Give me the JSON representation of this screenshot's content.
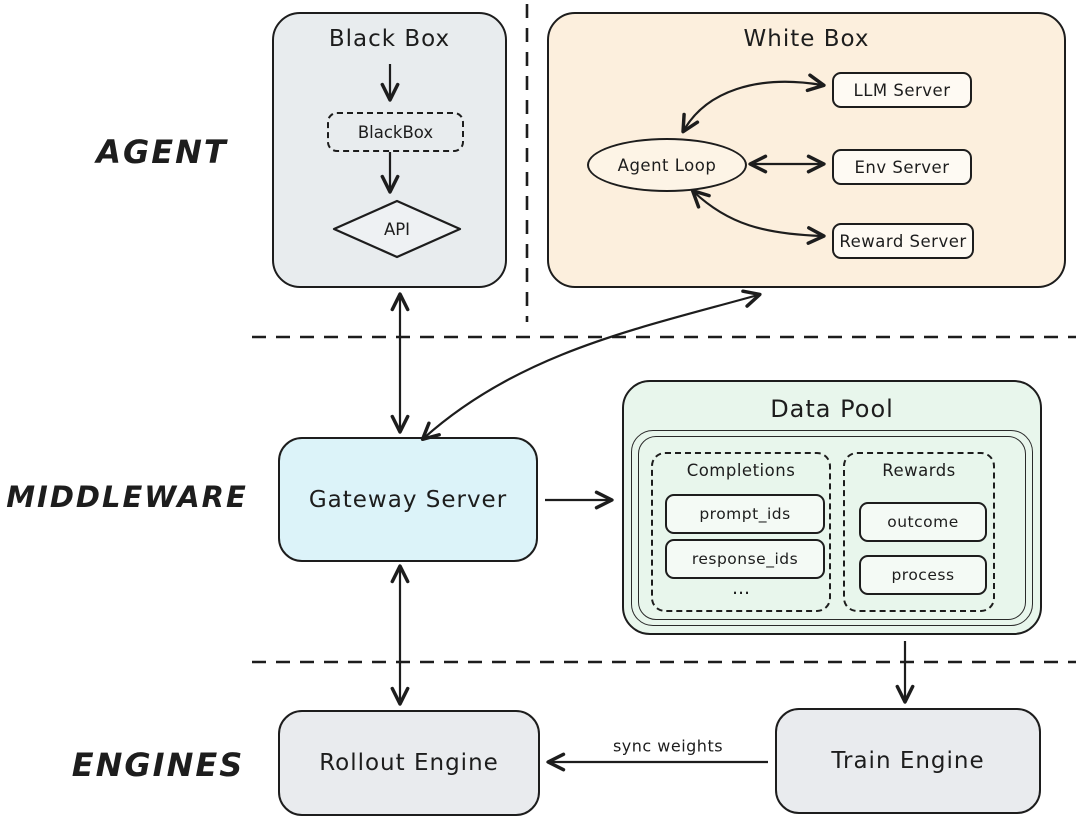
{
  "layers": {
    "agent": "AGENT",
    "middleware": "MIDDLEWARE",
    "engines": "ENGINES"
  },
  "black_box": {
    "title": "Black Box",
    "inner_node": "BlackBox",
    "api": "API"
  },
  "white_box": {
    "title": "White Box",
    "agent_loop": "Agent Loop",
    "servers": [
      "LLM Server",
      "Env Server",
      "Reward Server"
    ]
  },
  "middleware": {
    "gateway": "Gateway Server"
  },
  "data_pool": {
    "title": "Data Pool",
    "completions": {
      "title": "Completions",
      "items": [
        "prompt_ids",
        "response_ids",
        "..."
      ]
    },
    "rewards": {
      "title": "Rewards",
      "items": [
        "outcome",
        "process"
      ]
    }
  },
  "engines": {
    "rollout": "Rollout Engine",
    "train": "Train Engine",
    "sync_label": "sync weights"
  },
  "colors": {
    "black_box_fill": "#e8ecee",
    "white_box_fill": "#fcefdd",
    "gateway_fill": "#dcf3f9",
    "data_pool_fill": "#e8f6ec",
    "engine_fill": "#e9ebee",
    "stroke": "#1d1d1d"
  }
}
